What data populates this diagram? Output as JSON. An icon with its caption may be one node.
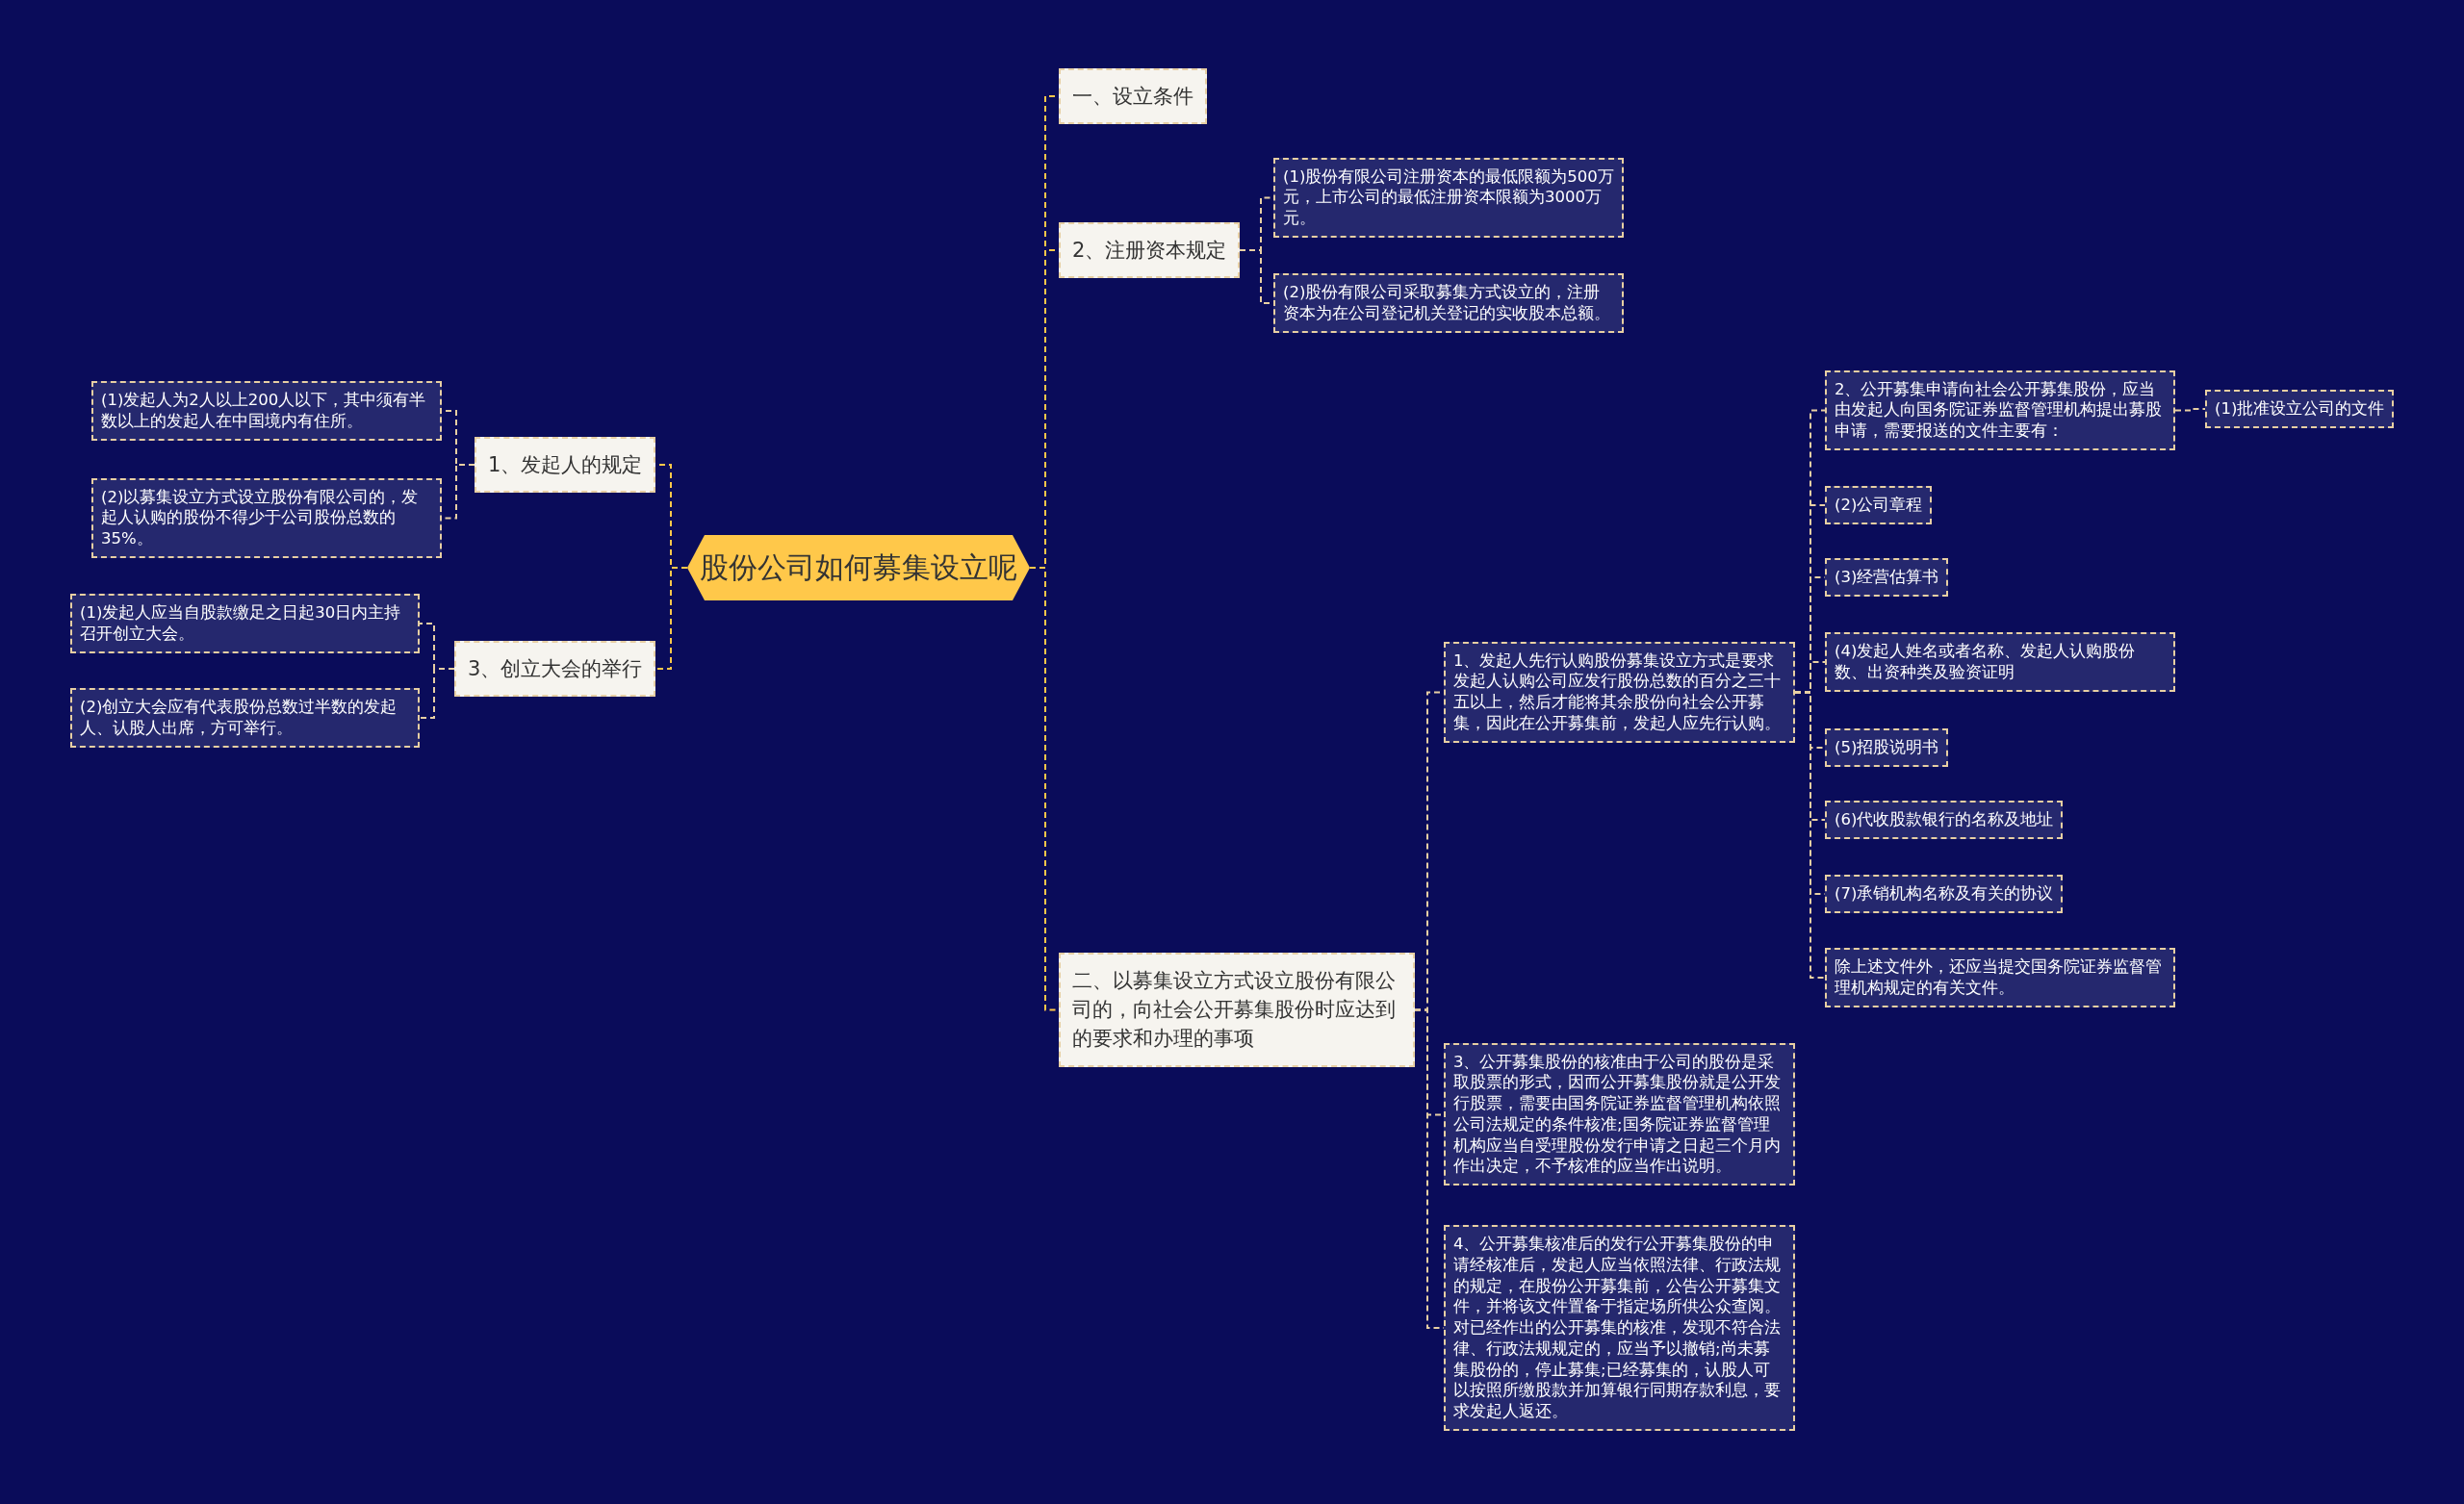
{
  "diagram": {
    "nodes": [
      {
        "text": [
          "股份公司如何募集设立呢"
        ]
      },
      {
        "text": [
          "一、设立条件"
        ]
      },
      {
        "text": [
          "2、注册资本规定"
        ]
      },
      {
        "text": [
          "(1)股份有限公司注册资本的最低限额为500万元，上市公司的最低注册资本限额为3000万元。"
        ]
      },
      {
        "text": [
          "(2)股份有限公司采取募集方式设立的，注册资本为在公司登记机关登记的实收股本总额。"
        ]
      },
      {
        "text": [
          "二、以募集设立方式设立股份有限公司的，向社会公开募集股份时应达到的要求和办理的事项"
        ]
      },
      {
        "text": [
          "1、发起人先行认购股份募集设立方式是要求发起人认购公司应发行股份总数的百分之三十五以上，然后才能将其余股份向社会公开募集，因此在公开募集前，发起人应先行认购。"
        ]
      },
      {
        "text": [
          "2、公开募集申请向社会公开募集股份，应当由发起人向国务院证券监督管理机构提出募股申请，需要报送的文件主要有："
        ]
      },
      {
        "text": [
          "(1)批准设立公司的文件"
        ]
      },
      {
        "text": [
          "(2)公司章程"
        ]
      },
      {
        "text": [
          "(3)经营估算书"
        ]
      },
      {
        "text": [
          "(4)发起人姓名或者名称、发起人认购股份数、出资种类及验资证明"
        ]
      },
      {
        "text": [
          "(5)招股说明书"
        ]
      },
      {
        "text": [
          "(6)代收股款银行的名称及地址"
        ]
      },
      {
        "text": [
          "(7)承销机构名称及有关的协议"
        ]
      },
      {
        "text": [
          "除上述文件外，还应当提交国务院证券监督管理机构规定的有关文件。"
        ]
      },
      {
        "text": [
          "3、公开募集股份的核准由于公司的股份是采取股票的形式，因而公开募集股份就是公开发行股票，需要由国务院证券监督管理机构依照公司法规定的条件核准;国务院证券监督管理机构应当自受理股份发行申请之日起三个月内作出决定，不予核准的应当作出说明。"
        ]
      },
      {
        "text": [
          "4、公开募集核准后的发行公开募集股份的申请经核准后，发起人应当依照法律、行政法规的规定，在股份公开募集前，公告公开募集文件，并将该文件置备于指定场所供公众查阅。对已经作出的公开募集的核准，发现不符合法律、行政法规规定的，应当予以撤销;尚未募集股份的，停止募集;已经募集的，认股人可以按照所缴股款并加算银行同期存款利息，要求发起人返还。"
        ]
      },
      {
        "text": [
          "1、发起人的规定"
        ]
      },
      {
        "text": [
          "(1)发起人为2人以上200人以下，其中须有半数以上的发起人在中国境内有住所。"
        ]
      },
      {
        "text": [
          "(2)以募集设立方式设立股份有限公司的，发起人认购的股份不得少于公司股份总数的35%。"
        ]
      },
      {
        "text": [
          "3、创立大会的举行"
        ]
      },
      {
        "text": [
          "(1)发起人应当自股款缴足之日起30日内主持召开创立大会。"
        ]
      },
      {
        "text": [
          "(2)创立大会应有代表股份总数过半数的发起人、认股人出席，方可举行。"
        ]
      }
    ],
    "edges": [
      {
        "from": 0,
        "to": 1,
        "arrow": "none",
        "color": "#ffc84a"
      },
      {
        "from": 0,
        "to": 2,
        "arrow": "none",
        "color": "#ffc84a"
      },
      {
        "from": 2,
        "to": 3,
        "arrow": "none"
      },
      {
        "from": 2,
        "to": 4,
        "arrow": "none"
      },
      {
        "from": 0,
        "to": 5,
        "arrow": "none",
        "color": "#ffc84a"
      },
      {
        "from": 5,
        "to": 6,
        "arrow": "none"
      },
      {
        "from": 6,
        "to": 7,
        "arrow": "none"
      },
      {
        "from": 7,
        "to": 8,
        "arrow": "none"
      },
      {
        "from": 6,
        "to": 9,
        "arrow": "none"
      },
      {
        "from": 6,
        "to": 10,
        "arrow": "none"
      },
      {
        "from": 6,
        "to": 11,
        "arrow": "none"
      },
      {
        "from": 6,
        "to": 12,
        "arrow": "none"
      },
      {
        "from": 6,
        "to": 13,
        "arrow": "none"
      },
      {
        "from": 6,
        "to": 14,
        "arrow": "none"
      },
      {
        "from": 6,
        "to": 15,
        "arrow": "none"
      },
      {
        "from": 5,
        "to": 16,
        "arrow": "none"
      },
      {
        "from": 5,
        "to": 17,
        "arrow": "none"
      },
      {
        "from": 0,
        "to": 18,
        "arrow": "none",
        "color": "#ffc84a"
      },
      {
        "from": 18,
        "to": 19,
        "arrow": "none"
      },
      {
        "from": 18,
        "to": 20,
        "arrow": "none"
      },
      {
        "from": 0,
        "to": 21,
        "arrow": "none",
        "color": "#ffc84a"
      },
      {
        "from": 21,
        "to": 22,
        "arrow": "none"
      },
      {
        "from": 21,
        "to": 23,
        "arrow": "none"
      }
    ]
  }
}
